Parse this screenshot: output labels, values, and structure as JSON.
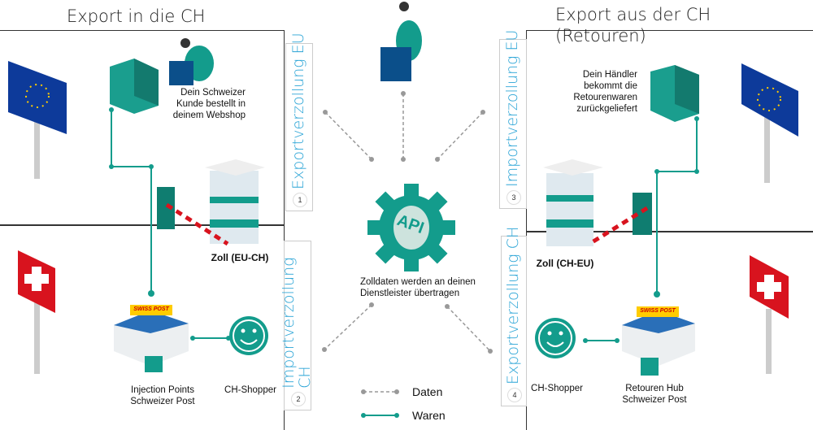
{
  "left_section": {
    "title": "Export in die CH",
    "label_top": "Exportverzollung EU",
    "label_top_number": "1",
    "label_bottom": "Importverzollung CH",
    "label_bottom_number": "2",
    "customer_text": "Dein Schweizer Kunde bestellt in deinem Webshop",
    "customs_label": "Zoll (EU-CH)",
    "hub_label": "Injection Points Schweizer Post",
    "shopper_label": "CH-Shopper",
    "post_sign": "SWISS POST"
  },
  "right_section": {
    "title": "Export aus der CH",
    "subtitle": "(Retouren)",
    "label_top": "Importverzollung EU",
    "label_top_number": "3",
    "label_bottom": "Exportverzollung CH",
    "label_bottom_number": "4",
    "merchant_text": "Dein Händler bekommt die Retourenwaren zurückgeliefert",
    "customs_label": "Zoll (CH-EU)",
    "hub_label": "Retouren Hub Schweizer Post",
    "shopper_label": "CH-Shopper",
    "post_sign": "SWISS POST"
  },
  "center": {
    "api_label": "API",
    "caption": "Zolldaten werden an deinen Dienstleister übertragen"
  },
  "legend": {
    "data_label": "Daten",
    "goods_label": "Waren"
  },
  "colors": {
    "teal": "#139c8c",
    "eu_blue": "#0d3a9a",
    "swiss_red": "#d8131e",
    "label_blue": "#2aa4d6",
    "post_yellow": "#ffcc00"
  }
}
